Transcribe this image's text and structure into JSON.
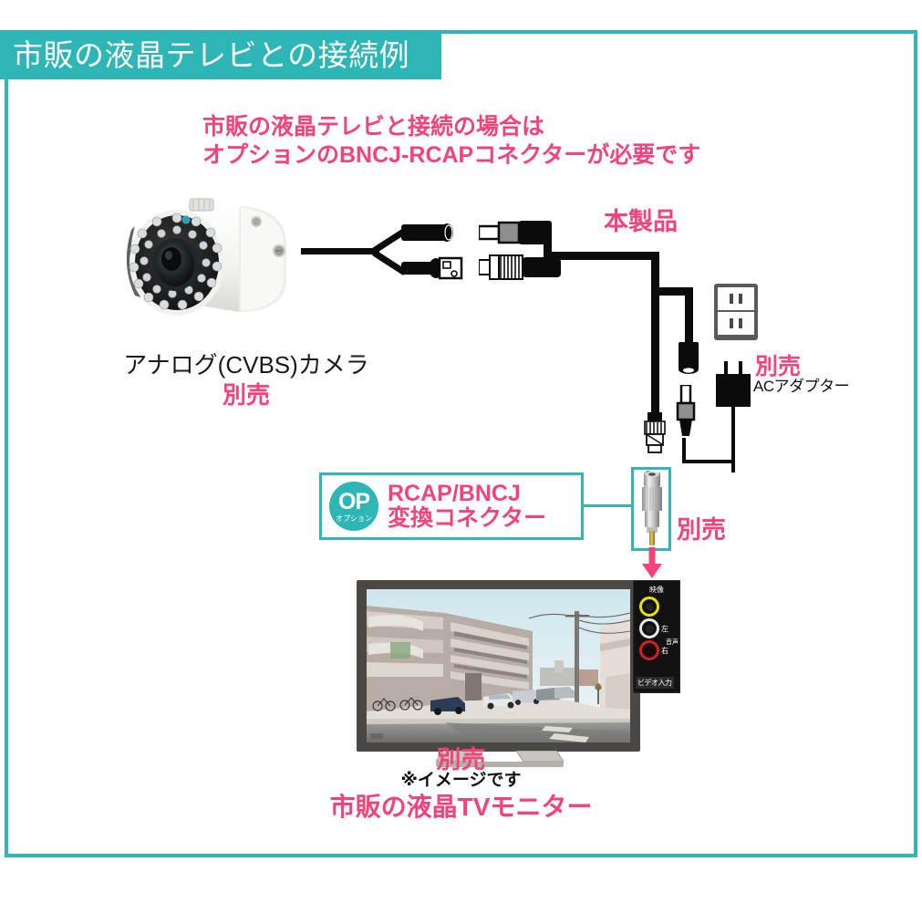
{
  "colors": {
    "teal": "#2eb5b5",
    "pink": "#f2447a",
    "black": "#111111",
    "white": "#ffffff"
  },
  "header": {
    "title": "市販の液晶テレビとの接続例"
  },
  "instruction": {
    "line1": "市販の液晶テレビと接続の場合は",
    "line2": "オプションのBNCJ-RCAPコネクターが必要です"
  },
  "camera": {
    "name": "アナログ(CVBS)カメラ",
    "sold_separately": "別売",
    "icon": "bullet-camera-icon"
  },
  "product": {
    "label": "本製品"
  },
  "power": {
    "outlet_icon": "wall-outlet-icon",
    "plug_icon": "ac-plug-icon",
    "sold_separately": "別売",
    "name": "ACアダプター"
  },
  "option_box": {
    "badge_main": "OP",
    "badge_sub": "オプション",
    "line1": "RCAP/BNCJ",
    "line2": "変換コネクター"
  },
  "adapter": {
    "icon": "bnc-to-rca-adapter-icon",
    "sold_separately": "別売"
  },
  "tv": {
    "sold_separately": "別売",
    "note": "※イメージです",
    "name": "市販の液晶TVモニター",
    "screen_alt": "街並みの映像"
  },
  "tv_inputs": {
    "video_label": "映像",
    "left_label": "左",
    "right_label": "右",
    "audio_label": "音声",
    "panel_label": "ビデオ入力"
  }
}
